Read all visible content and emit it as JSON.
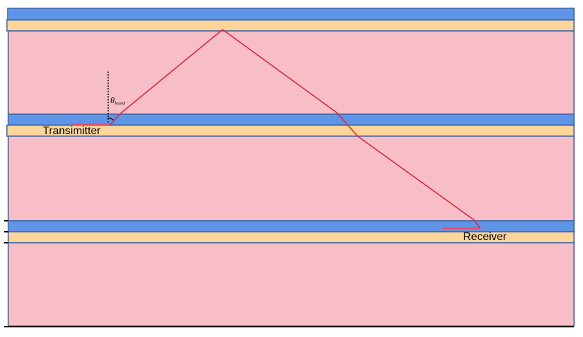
{
  "labels": {
    "transmitter": "Transimitter",
    "receiver": "Receiver",
    "angle_symbol": "θ",
    "angle_subscript": "bound"
  },
  "colors": {
    "substrate": "#f7bec7",
    "metal_layer": "#5f95e6",
    "interface_layer": "#fdd59a",
    "layer_border": "#3e63a6",
    "ray": "#e32636",
    "antenna": "#e8506a",
    "normal_line": "#000000"
  }
}
